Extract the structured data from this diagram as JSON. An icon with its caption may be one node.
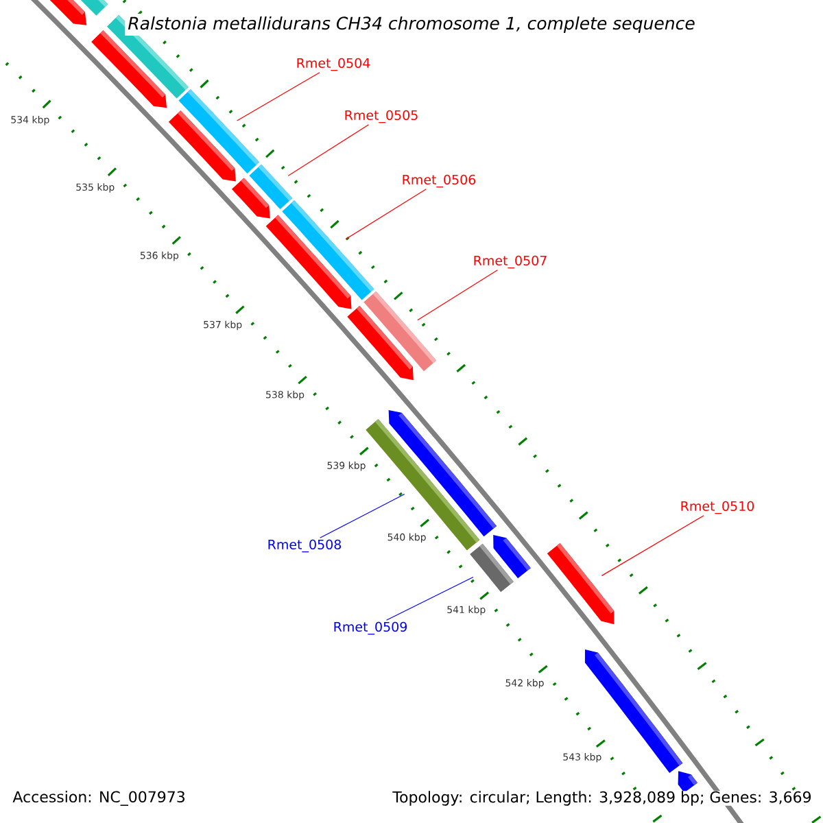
{
  "diagram": {
    "title": "Ralstonia metallidurans CH34 chromosome 1, complete sequence",
    "nodes": [
      {
        "text": [
          "Rmet_0504"
        ]
      },
      {
        "text": [
          "Rmet_0505"
        ]
      },
      {
        "text": [
          "Rmet_0506"
        ]
      },
      {
        "text": [
          "Rmet_0507"
        ]
      },
      {
        "text": [
          "Rmet_0510"
        ]
      },
      {
        "text": [
          "Rmet_0508"
        ]
      },
      {
        "text": [
          "Rmet_0509"
        ]
      },
      {
        "text": [],
        "shape": "arrow"
      },
      {
        "text": [],
        "shape": "bar"
      },
      {
        "text": [],
        "shape": "arrow"
      },
      {
        "text": [],
        "shape": "bar"
      },
      {
        "text": [],
        "shape": "bar"
      },
      {
        "text": [],
        "shape": "arrow"
      },
      {
        "text": [],
        "shape": "arrow"
      },
      {
        "text": [],
        "shape": "bar"
      },
      {
        "text": [],
        "shape": "arrow"
      },
      {
        "text": [],
        "shape": "bar"
      },
      {
        "text": [],
        "shape": "arrow"
      },
      {
        "text": [],
        "shape": "bar"
      },
      {
        "text": [],
        "shape": "arrow"
      },
      {
        "text": [],
        "shape": "bar"
      },
      {
        "text": [],
        "shape": "arrow"
      },
      {
        "text": [],
        "shape": "bar"
      },
      {
        "text": [],
        "shape": "arrow"
      },
      {
        "text": [],
        "shape": "arrow"
      },
      {
        "text": [],
        "shape": "arrow"
      }
    ],
    "edges": [
      {
        "from": 0,
        "to": 11,
        "arrow": "none"
      },
      {
        "from": 1,
        "to": 14,
        "arrow": "none"
      },
      {
        "from": 2,
        "to": 16,
        "arrow": "none"
      },
      {
        "from": 3,
        "to": 18,
        "arrow": "none"
      },
      {
        "from": 4,
        "to": 23,
        "arrow": "none"
      },
      {
        "from": 5,
        "to": 20,
        "arrow": "none",
        "color": "#0000ff"
      },
      {
        "from": 6,
        "to": 22,
        "arrow": "none",
        "color": "#0000ff"
      }
    ],
    "labels": [
      "534 kbp",
      "535 kbp",
      "536 kbp",
      "537 kbp",
      "538 kbp",
      "539 kbp",
      "540 kbp",
      "541 kbp",
      "542 kbp",
      "543 kbp",
      "Accession: NC_007973",
      "Topology: circular; Length: 3,928,089 bp; Genes: 3,669"
    ]
  }
}
